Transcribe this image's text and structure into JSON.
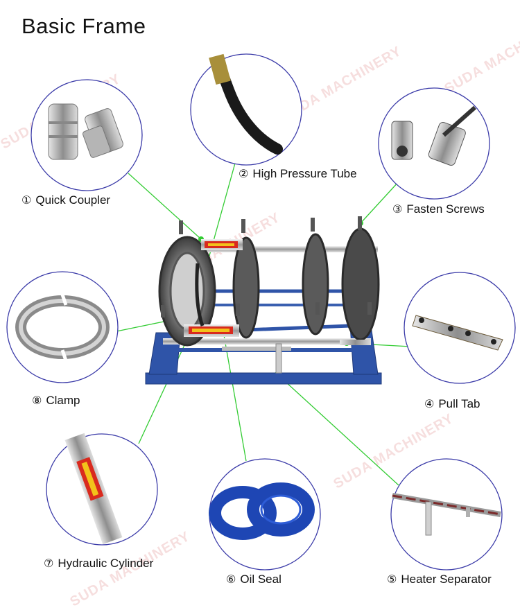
{
  "title": "Basic Frame",
  "watermark": "SUDA MACHINERY",
  "parts": [
    {
      "num": "①",
      "name": "Quick Coupler"
    },
    {
      "num": "②",
      "name": "High Pressure Tube"
    },
    {
      "num": "③",
      "name": "Fasten Screws"
    },
    {
      "num": "④",
      "name": "Pull Tab"
    },
    {
      "num": "⑤",
      "name": "Heater Separator"
    },
    {
      "num": "⑥",
      "name": "Oil Seal"
    },
    {
      "num": "⑦",
      "name": "Hydraulic Cylinder"
    },
    {
      "num": "⑧",
      "name": "Clamp"
    }
  ],
  "colors": {
    "leader_line": "#33cc33",
    "callout_circle": "#3a3aa8",
    "frame_blue": "#2f54a8",
    "oil_seal_blue": "#1e46b4",
    "cylinder_red": "#d92a1e",
    "cylinder_yellow": "#f2c21b"
  }
}
